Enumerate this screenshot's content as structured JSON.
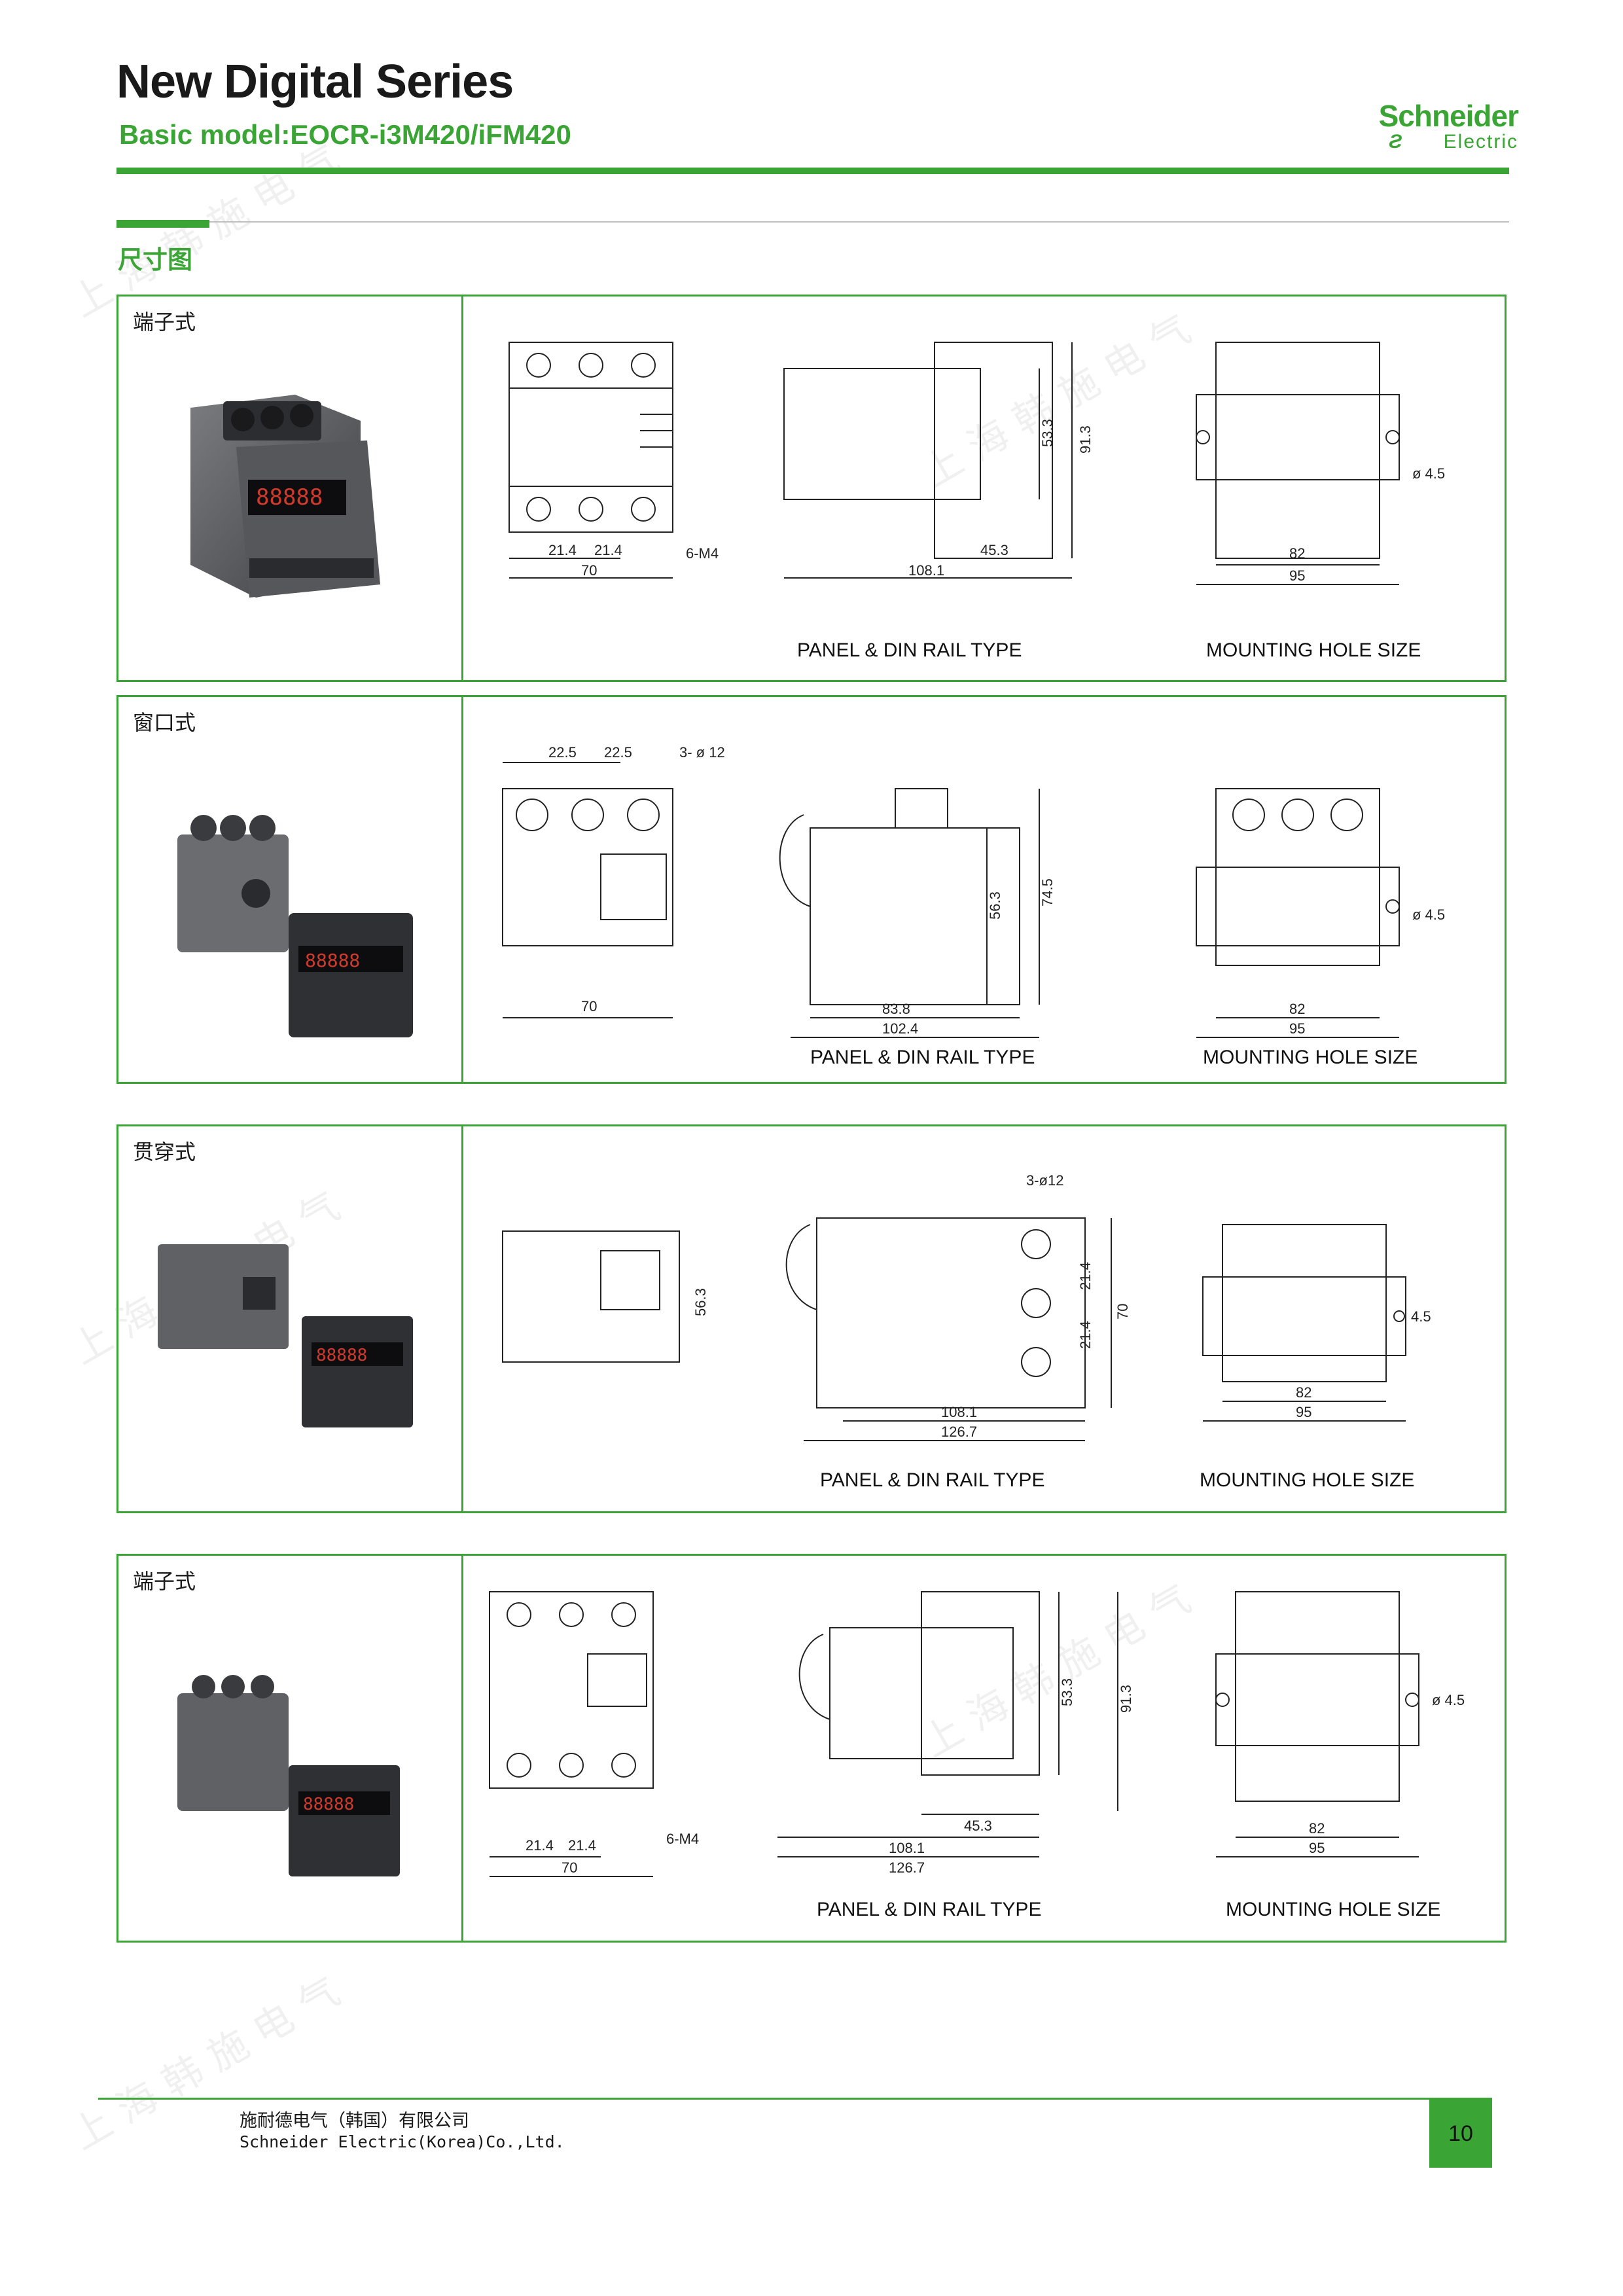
{
  "header": {
    "title": "New Digital Series",
    "subtitle": "Basic model:EOCR-i3M420/iFM420",
    "brand_line1": "Schneider",
    "brand_line2": "Electric"
  },
  "section": {
    "title": "尺寸图"
  },
  "panels": [
    {
      "label": "端子式",
      "front_dims": [
        "21.4",
        "21.4",
        "70",
        "6-M4"
      ],
      "side_dims": [
        "53.3",
        "91.3",
        "45.3",
        "108.1"
      ],
      "mount_dims": [
        "ø 4.5",
        "82",
        "95"
      ],
      "caption_side": "PANEL & DIN RAIL TYPE",
      "caption_mount": "MOUNTING HOLE SIZE"
    },
    {
      "label": "窗口式",
      "front_dims": [
        "22.5",
        "22.5",
        "3- ø 12",
        "70"
      ],
      "side_dims": [
        "56.3",
        "74.5",
        "83.8",
        "102.4"
      ],
      "mount_dims": [
        "ø 4.5",
        "82",
        "95"
      ],
      "caption_side": "PANEL & DIN RAIL TYPE",
      "caption_mount": "MOUNTING HOLE SIZE"
    },
    {
      "label": "贯穿式",
      "front_dims": [
        "56.3"
      ],
      "side_dims": [
        "3-ø12",
        "21.4",
        "21.4",
        "70",
        "108.1",
        "126.7"
      ],
      "mount_dims": [
        "4.5",
        "82",
        "95"
      ],
      "caption_side": "PANEL & DIN RAIL TYPE",
      "caption_mount": "MOUNTING HOLE SIZE"
    },
    {
      "label": "端子式",
      "front_dims": [
        "21.4",
        "21.4",
        "70",
        "6-M4"
      ],
      "side_dims": [
        "53.3",
        "91.3",
        "45.3",
        "108.1",
        "126.7"
      ],
      "mount_dims": [
        "ø 4.5",
        "82",
        "95"
      ],
      "caption_side": "PANEL & DIN RAIL TYPE",
      "caption_mount": "MOUNTING HOLE SIZE"
    }
  ],
  "footer": {
    "company_cn": "施耐德电气（韩国）有限公司",
    "company_en": "Schneider Electric(Korea)Co.,Ltd.",
    "page": "10"
  },
  "watermark": "上海韩施电气",
  "colors": {
    "accent": "#3aa435"
  }
}
